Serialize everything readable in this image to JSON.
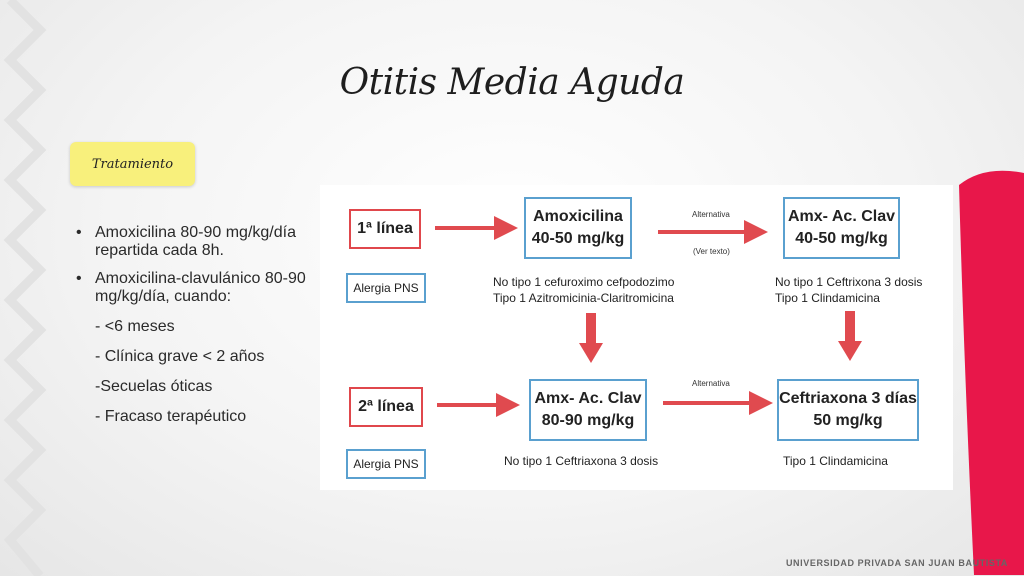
{
  "title": "Otitis Media Aguda",
  "tag": "Tratamiento",
  "bullets": [
    "Amoxicilina 80-90 mg/kg/día repartida cada 8h.",
    "Amoxicilina-clavulánico 80-90 mg/kg/día, cuando:"
  ],
  "conditions": [
    "- <6 meses",
    "- Clínica grave < 2 años",
    "-Secuelas óticas",
    "- Fracaso terapéutico"
  ],
  "diagram": {
    "line1": "1ª línea",
    "line2": "2ª línea",
    "allergy1": "Alergia PNS",
    "allergy2": "Alergia PNS",
    "box_amox": [
      "Amoxicilina",
      "40-50 mg/kg"
    ],
    "box_amx_clav_1": [
      "Amx- Ac. Clav",
      "40-50 mg/kg"
    ],
    "box_amx_clav_2": [
      "Amx- Ac. Clav",
      "80-90 mg/kg"
    ],
    "box_ceftriaxona": [
      "Ceftriaxona 3 días",
      "50 mg/kg"
    ],
    "alternativa_1": "Alternativa",
    "ver_texto": "(Ver texto)",
    "alternativa_2": "Alternativa",
    "amox_allergy_notipo1": "No tipo 1 cefuroximo cefpodozimo",
    "amox_allergy_tipo1": "Tipo 1     Azitromicinia-Claritromicina",
    "clav1_allergy_notipo1": "No tipo 1 Ceftrixona 3 dosis",
    "clav1_allergy_tipo1": "Tipo 1      Clindamicina",
    "clav2_allergy_notipo1": "No tipo 1 Ceftriaxona 3 dosis",
    "ceftri_allergy_tipo1": "Tipo 1       Clindamicina"
  },
  "footer": "UNIVERSIDAD PRIVADA SAN JUAN BAUTISTA",
  "colors": {
    "accent_red": "#e8174a",
    "box_border": "#5aa0cf",
    "arrow": "#e04a4f",
    "tag_bg": "#f8f07c"
  }
}
